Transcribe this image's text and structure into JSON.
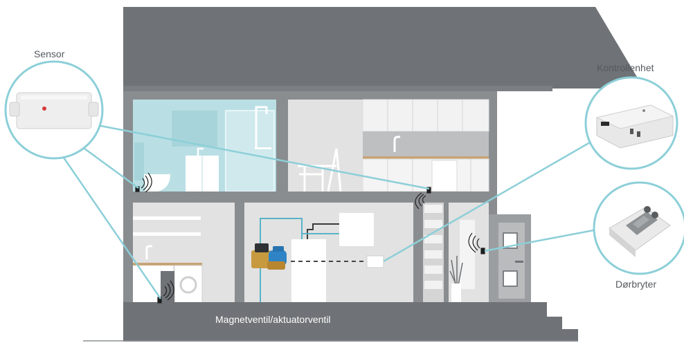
{
  "labels": {
    "sensor": "Sensor",
    "control_unit": "Kontrollenhet",
    "door_switch": "Dørbryter",
    "valve": "Magnetventil/aktuatorventil"
  },
  "colors": {
    "roof": "#6f7377",
    "wall": "#8a8d90",
    "room": "#e2e2e2",
    "bathroom": "#b9dfe4",
    "callout": "#8ccfd8",
    "ground": "#6f7377",
    "pipe": "#58b4c8"
  },
  "icons": {
    "sensor_device": "sensor-device-icon",
    "control_device": "control-unit-icon",
    "remote_device": "door-switch-remote-icon",
    "signal": "wireless-signal-icon",
    "valve": "solenoid-valve-icon"
  }
}
